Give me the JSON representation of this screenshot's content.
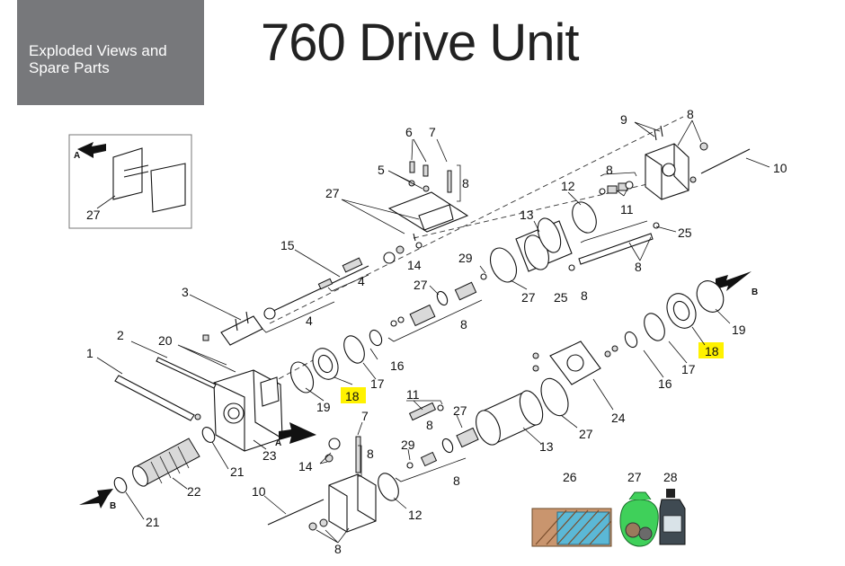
{
  "header": {
    "box_line1": "Exploded Views and",
    "box_line2": "Spare Parts",
    "title": "760 Drive Unit"
  },
  "diagram": {
    "highlight_color": "#fff200",
    "labels": [
      {
        "id": "inset-27",
        "text": "27"
      },
      {
        "id": "inset-A",
        "text": "A"
      },
      {
        "id": "l6",
        "text": "6"
      },
      {
        "id": "l7a",
        "text": "7"
      },
      {
        "id": "l5",
        "text": "5"
      },
      {
        "id": "l8a",
        "text": "8"
      },
      {
        "id": "l27a",
        "text": "27"
      },
      {
        "id": "l15",
        "text": "15"
      },
      {
        "id": "l4a",
        "text": "4"
      },
      {
        "id": "l14a",
        "text": "14"
      },
      {
        "id": "l3",
        "text": "3"
      },
      {
        "id": "l4b",
        "text": "4"
      },
      {
        "id": "l2",
        "text": "2"
      },
      {
        "id": "l20",
        "text": "20"
      },
      {
        "id": "l1",
        "text": "1"
      },
      {
        "id": "l9",
        "text": "9"
      },
      {
        "id": "l8b",
        "text": "8"
      },
      {
        "id": "l10a",
        "text": "10"
      },
      {
        "id": "l12a",
        "text": "12"
      },
      {
        "id": "l8c",
        "text": "8"
      },
      {
        "id": "l11a",
        "text": "11"
      },
      {
        "id": "l13a",
        "text": "13"
      },
      {
        "id": "l25a",
        "text": "25"
      },
      {
        "id": "l8d",
        "text": "8"
      },
      {
        "id": "l29a",
        "text": "29"
      },
      {
        "id": "l27b",
        "text": "27"
      },
      {
        "id": "l27c",
        "text": "27"
      },
      {
        "id": "l25b",
        "text": "25"
      },
      {
        "id": "l8e",
        "text": "8"
      },
      {
        "id": "lB1",
        "text": "B"
      },
      {
        "id": "l19a",
        "text": "19"
      },
      {
        "id": "l18a",
        "text": "18"
      },
      {
        "id": "l17a",
        "text": "17"
      },
      {
        "id": "l16a",
        "text": "16"
      },
      {
        "id": "l8f",
        "text": "8"
      },
      {
        "id": "l16b",
        "text": "16"
      },
      {
        "id": "l17b",
        "text": "17"
      },
      {
        "id": "l18b",
        "text": "18"
      },
      {
        "id": "l19b",
        "text": "19"
      },
      {
        "id": "l24",
        "text": "24"
      },
      {
        "id": "l11b",
        "text": "11"
      },
      {
        "id": "l8g",
        "text": "8"
      },
      {
        "id": "l27d",
        "text": "27"
      },
      {
        "id": "l27e",
        "text": "27"
      },
      {
        "id": "l13b",
        "text": "13"
      },
      {
        "id": "l7b",
        "text": "7"
      },
      {
        "id": "l8h",
        "text": "8"
      },
      {
        "id": "lA",
        "text": "A"
      },
      {
        "id": "l23",
        "text": "23"
      },
      {
        "id": "l21a",
        "text": "21"
      },
      {
        "id": "l14b",
        "text": "14"
      },
      {
        "id": "l29b",
        "text": "29"
      },
      {
        "id": "l8i",
        "text": "8"
      },
      {
        "id": "l22",
        "text": "22"
      },
      {
        "id": "lB2",
        "text": "B"
      },
      {
        "id": "l21b",
        "text": "21"
      },
      {
        "id": "l10b",
        "text": "10"
      },
      {
        "id": "l12b",
        "text": "12"
      },
      {
        "id": "l8j",
        "text": "8"
      },
      {
        "id": "l26",
        "text": "26"
      },
      {
        "id": "l27f",
        "text": "27"
      },
      {
        "id": "l28",
        "text": "28"
      }
    ]
  }
}
